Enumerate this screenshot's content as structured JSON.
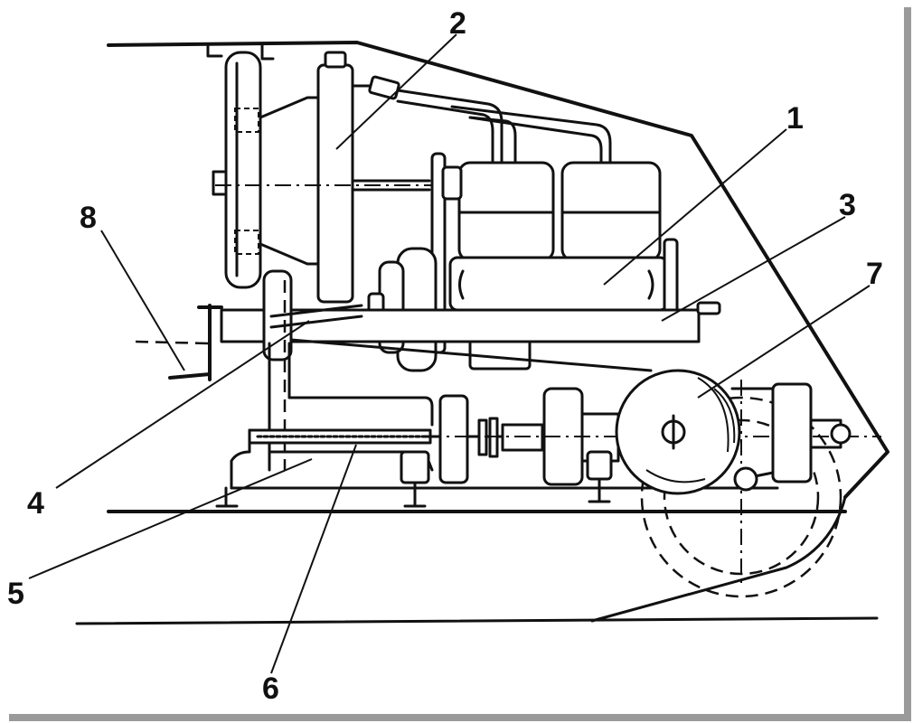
{
  "callouts": [
    {
      "id": "1",
      "label": "1"
    },
    {
      "id": "2",
      "label": "2"
    },
    {
      "id": "3",
      "label": "3"
    },
    {
      "id": "4",
      "label": "4"
    },
    {
      "id": "5",
      "label": "5"
    },
    {
      "id": "6",
      "label": "6"
    },
    {
      "id": "7",
      "label": "7"
    },
    {
      "id": "8",
      "label": "8"
    }
  ],
  "colors": {
    "ink": "#111111",
    "paper": "#ffffff",
    "shadow": "#9a9a9a"
  }
}
